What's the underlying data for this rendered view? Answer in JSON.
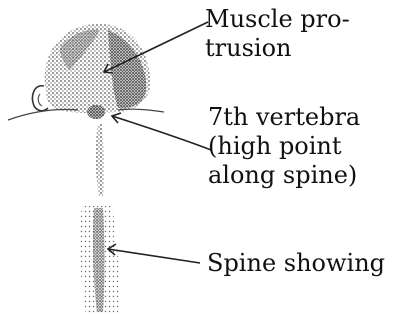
{
  "labels": {
    "muscle": "Muscle pro-\ntrusion",
    "vertebra": "7th vertebra\n(high point\nalong spine)",
    "spine": "Spine showing"
  }
}
